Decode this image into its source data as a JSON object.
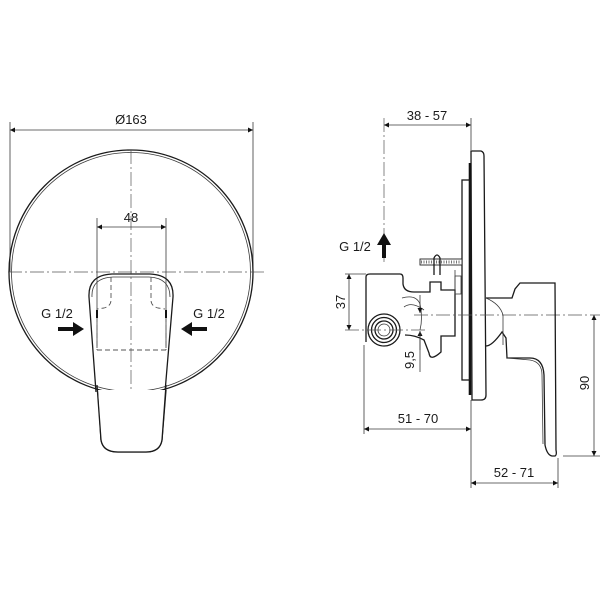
{
  "drawing": {
    "front_view": {
      "diameter_label": "Ø163",
      "width_label": "48",
      "inlet_left_label": "G 1/2",
      "inlet_right_label": "G 1/2"
    },
    "side_view": {
      "wall_depth_label": "38 - 57",
      "outlet_label": "G 1/2",
      "height_37_label": "37",
      "offset_label": "9,5",
      "height_90_label": "90",
      "body_depth_label": "51 - 70",
      "handle_projection_label": "52 - 71"
    },
    "colors": {
      "line": "#1a1a1a",
      "background": "#ffffff"
    }
  }
}
